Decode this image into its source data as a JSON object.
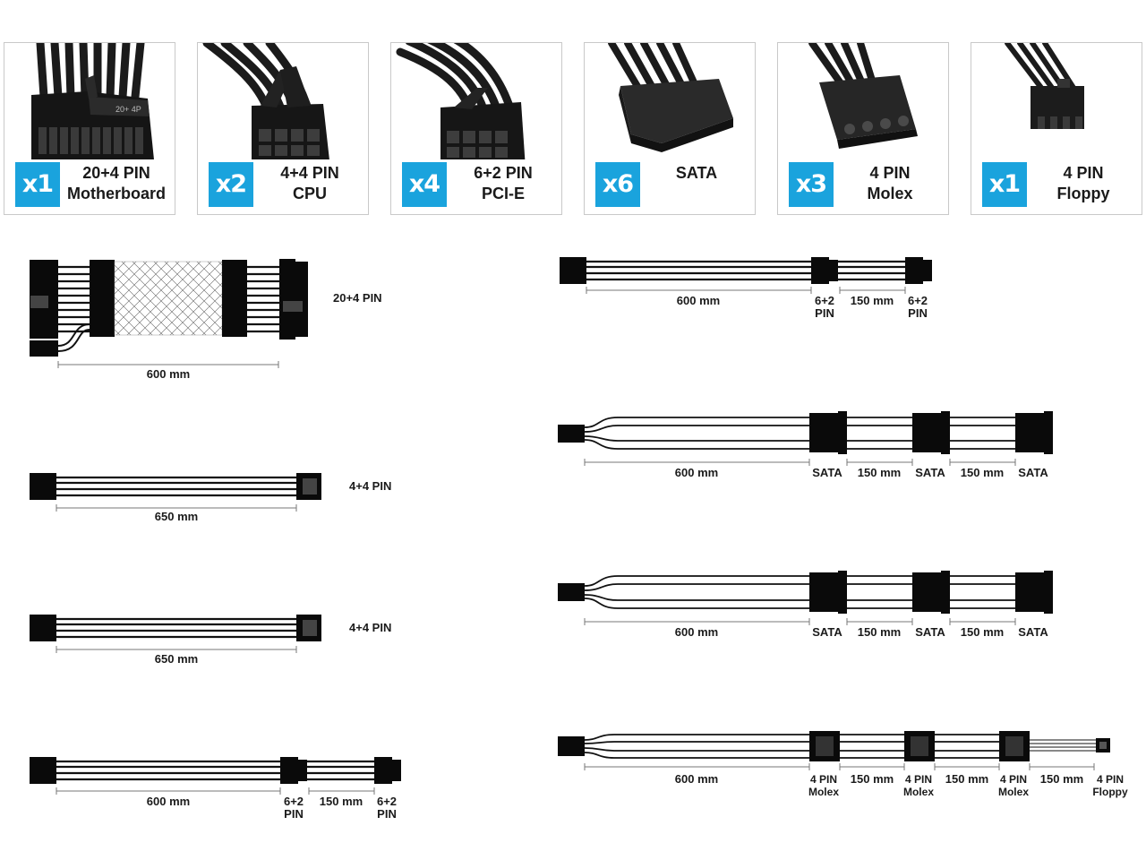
{
  "connectors": [
    {
      "count": "x1",
      "line1": "20+4 PIN",
      "line2": "Motherboard",
      "icon": "atx-24pin-connector"
    },
    {
      "count": "x2",
      "line1": "4+4 PIN",
      "line2": "CPU",
      "icon": "eps-8pin-connector"
    },
    {
      "count": "x4",
      "line1": "6+2 PIN",
      "line2": "PCI-E",
      "icon": "pcie-8pin-connector"
    },
    {
      "count": "x6",
      "line1": "SATA",
      "line2": "",
      "icon": "sata-connector"
    },
    {
      "count": "x3",
      "line1": "4 PIN",
      "line2": "Molex",
      "icon": "molex-connector"
    },
    {
      "count": "x1",
      "line1": "4 PIN",
      "line2": "Floppy",
      "icon": "floppy-connector"
    }
  ],
  "photo_print": "20+ 4P",
  "colors": {
    "accent": "#1aa3dd",
    "connector": "#0a0a0a",
    "wire": "#111111",
    "border": "#c9c9c9"
  },
  "cables": {
    "mb": {
      "end_label": "20+4 PIN",
      "length": "600 mm"
    },
    "cpu1": {
      "end_label": "4+4 PIN",
      "length": "650 mm"
    },
    "cpu2": {
      "end_label": "4+4 PIN",
      "length": "650 mm"
    },
    "pcie_left": {
      "length": "600 mm",
      "ext_length": "150 mm",
      "conn_label_a": "6+2",
      "conn_label_b": "PIN"
    },
    "pcie_right": {
      "length": "600 mm",
      "ext_length": "150 mm",
      "conn_label_a": "6+2",
      "conn_label_b": "PIN"
    },
    "sata1": {
      "length": "600 mm",
      "seg_length": "150 mm",
      "conn_label": "SATA"
    },
    "sata2": {
      "length": "600 mm",
      "seg_length": "150 mm",
      "conn_label": "SATA"
    },
    "molex": {
      "length": "600 mm",
      "seg_length": "150 mm",
      "conn_label_a": "4 PIN",
      "conn_label_b": "Molex",
      "floppy_label_a": "4 PIN",
      "floppy_label_b": "Floppy"
    }
  }
}
